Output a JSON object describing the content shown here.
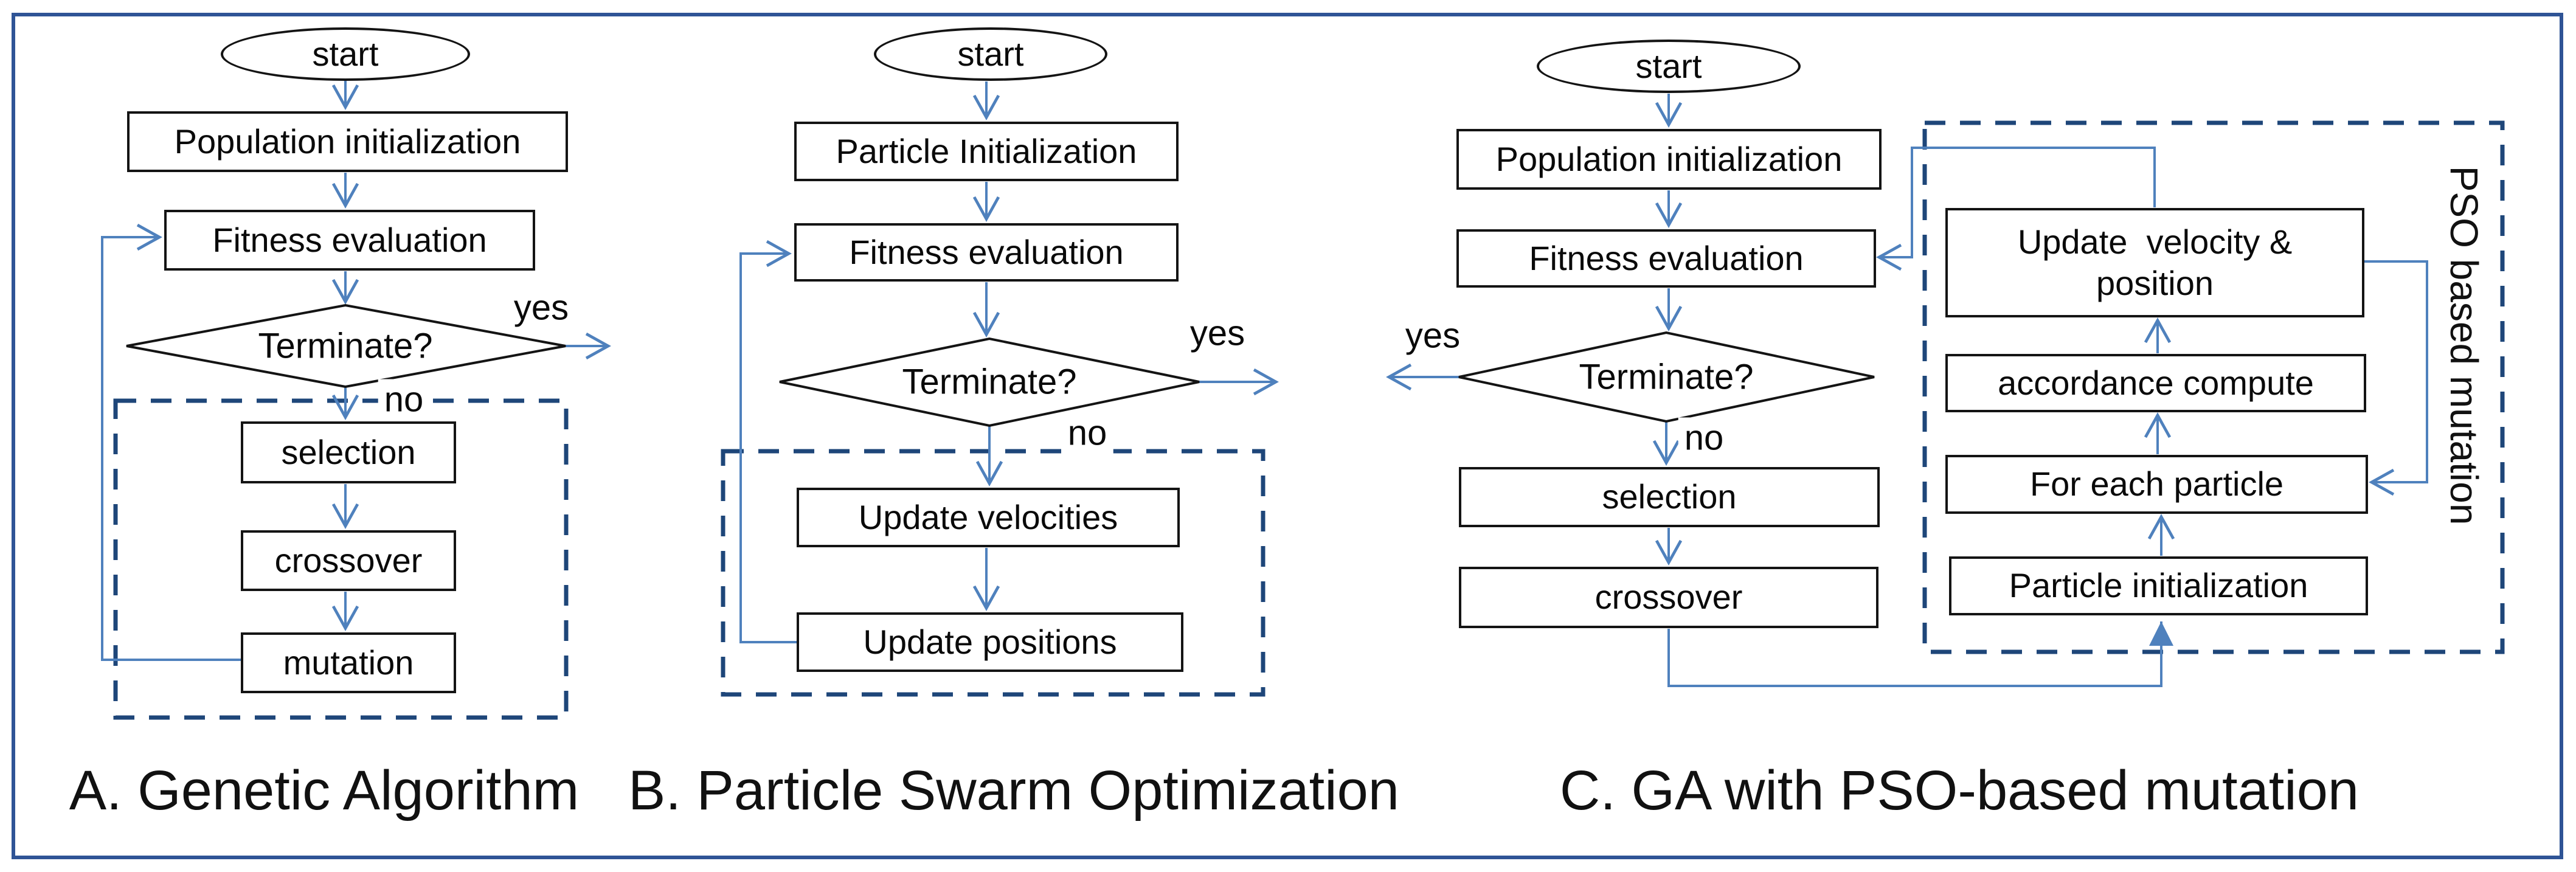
{
  "figure": {
    "colors": {
      "connector_blue": "#4f81bd",
      "dashed_navy": "#1e4679",
      "outer_border_blue": "#2f5496",
      "box_border": "#141414"
    }
  },
  "chart_a": {
    "caption": "A. Genetic Algorithm",
    "start": "start",
    "population_init": "Population initialization",
    "fitness": "Fitness evaluation",
    "terminate": "Terminate?",
    "yes": "yes",
    "no": "no",
    "selection": "selection",
    "crossover": "crossover",
    "mutation": "mutation"
  },
  "chart_b": {
    "caption": "B. Particle Swarm Optimization",
    "start": "start",
    "particle_init": "Particle Initialization",
    "fitness": "Fitness evaluation",
    "terminate": "Terminate?",
    "yes": "yes",
    "no": "no",
    "update_velocities": "Update velocities",
    "update_positions": "Update positions"
  },
  "chart_c": {
    "caption": "C. GA with PSO-based mutation",
    "start": "start",
    "population_init": "Population initialization",
    "fitness": "Fitness evaluation",
    "terminate": "Terminate?",
    "yes": "yes",
    "no": "no",
    "selection": "selection",
    "crossover": "crossover",
    "pso_group_label": "PSO based mutation",
    "update_velocity_line1": "Update  velocity &",
    "update_velocity_line2": "position",
    "accordance_compute": "accordance compute",
    "for_each_particle": "For each particle",
    "particle_init": "Particle initialization"
  }
}
